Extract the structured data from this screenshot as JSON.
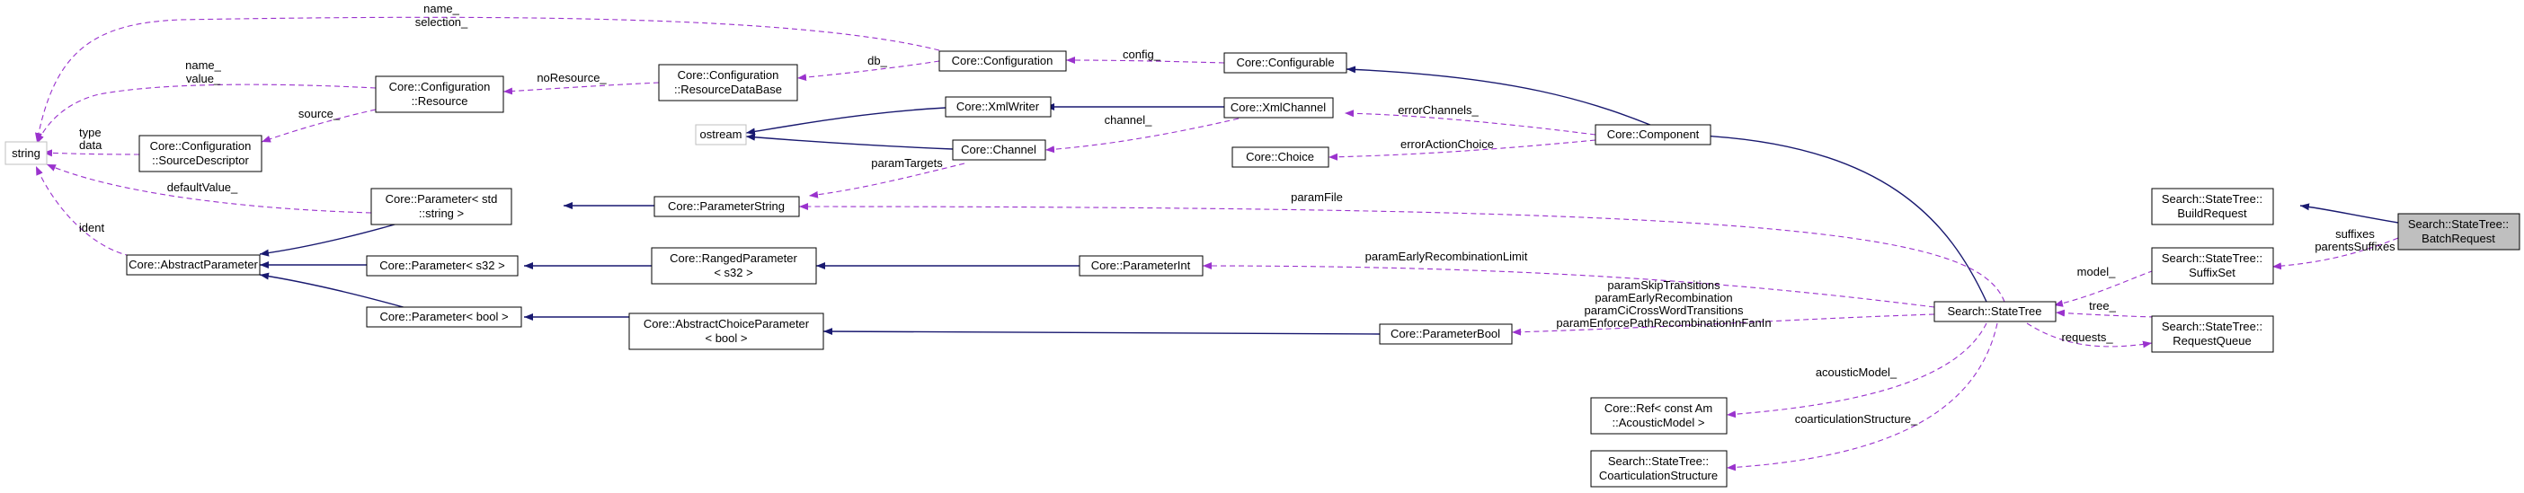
{
  "nodes": {
    "string": "string",
    "config_source": [
      "Core::Configuration",
      "::SourceDescriptor"
    ],
    "config_resource": [
      "Core::Configuration",
      "::Resource"
    ],
    "config_db": [
      "Core::Configuration",
      "::ResourceDataBase"
    ],
    "configuration": "Core::Configuration",
    "configurable": "Core::Configurable",
    "ostream": "ostream",
    "xml_writer": "Core::XmlWriter",
    "xml_channel": "Core::XmlChannel",
    "channel": "Core::Channel",
    "choice": "Core::Choice",
    "component": "Core::Component",
    "param_std_string": [
      "Core::Parameter< std",
      "::string >"
    ],
    "param_string": "Core::ParameterString",
    "abstract_param": "Core::AbstractParameter",
    "param_s32": "Core::Parameter< s32 >",
    "ranged_param": [
      "Core::RangedParameter",
      "< s32 >"
    ],
    "param_int": "Core::ParameterInt",
    "param_bool": "Core::Parameter< bool >",
    "abstract_choice": [
      "Core::AbstractChoiceParameter",
      "< bool >"
    ],
    "param_bool_class": "Core::ParameterBool",
    "state_tree": "Search::StateTree",
    "ref_acoustic": [
      "Core::Ref< const Am",
      "::AcousticModel >"
    ],
    "coart_structure": [
      "Search::StateTree::",
      "CoarticulationStructure"
    ],
    "build_request": [
      "Search::StateTree::",
      "BuildRequest"
    ],
    "suffix_set": [
      "Search::StateTree::",
      "SuffixSet"
    ],
    "request_queue": [
      "Search::StateTree::",
      "RequestQueue"
    ],
    "batch_request": [
      "Search::StateTree::",
      "BatchRequest"
    ]
  },
  "edge_labels": {
    "name_selection": [
      "name_",
      "selection_"
    ],
    "name_value": [
      "name_",
      "value_"
    ],
    "source": "source_",
    "type_data": [
      "type",
      "data"
    ],
    "default_value": "defaultValue_",
    "ident": "ident",
    "no_resource": "noResource_",
    "db": "db_",
    "config": "config_",
    "channel": "channel_",
    "param_targets": "paramTargets",
    "error_channels": "errorChannels_",
    "error_action_choice": "errorActionChoice",
    "param_file": "paramFile",
    "param_early_recomb_limit": "paramEarlyRecombinationLimit",
    "bool_params": [
      "paramSkipTransitions",
      "paramEarlyRecombination",
      "paramCiCrossWordTransitions",
      "paramEnforcePathRecombinationInFanIn"
    ],
    "acoustic_model": "acousticModel_",
    "coart_structure": "coarticulationStructure_",
    "model": "model_",
    "tree": "tree_",
    "requests": "requests_",
    "suffixes": [
      "suffixes",
      "parentsSuffixes"
    ]
  },
  "colors": {
    "inheritance_edge": "#191970",
    "usage_edge": "#9a32cd",
    "highlight_fill": "#bfbfbf",
    "external_border": "#bfbfbf"
  }
}
